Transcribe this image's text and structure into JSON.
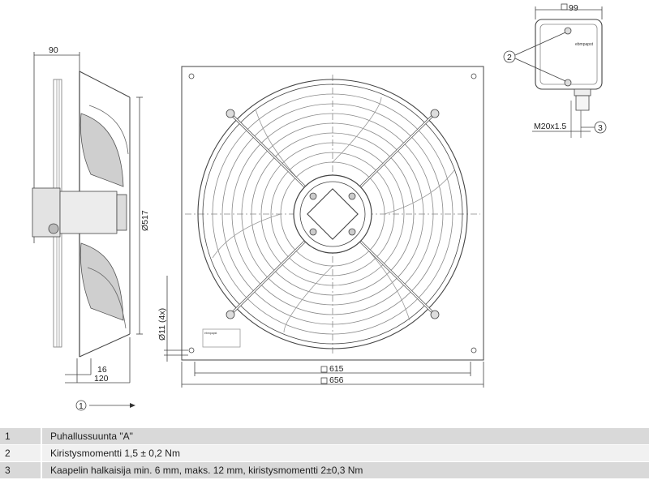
{
  "dimensions": {
    "side_depth": "90",
    "flange": "16",
    "overall_depth": "120",
    "diameter": "Ø517",
    "hole": "Ø11 (4x)",
    "frame_inner": "615",
    "frame_outer": "656",
    "box_width": "99",
    "cable_gland": "M20x1.5",
    "brand_mark": "ebmpapst"
  },
  "callouts": {
    "c1": "1",
    "c2": "2",
    "c3": "3"
  },
  "legend": [
    {
      "num": "1",
      "text": "Puhallussuunta \"A\""
    },
    {
      "num": "2",
      "text": "Kiristysmomentti 1,5 ± 0,2 Nm"
    },
    {
      "num": "3",
      "text": "Kaapelin halkaisija min. 6 mm, maks. 12 mm, kiristysmomentti 2±0,3 Nm"
    }
  ]
}
